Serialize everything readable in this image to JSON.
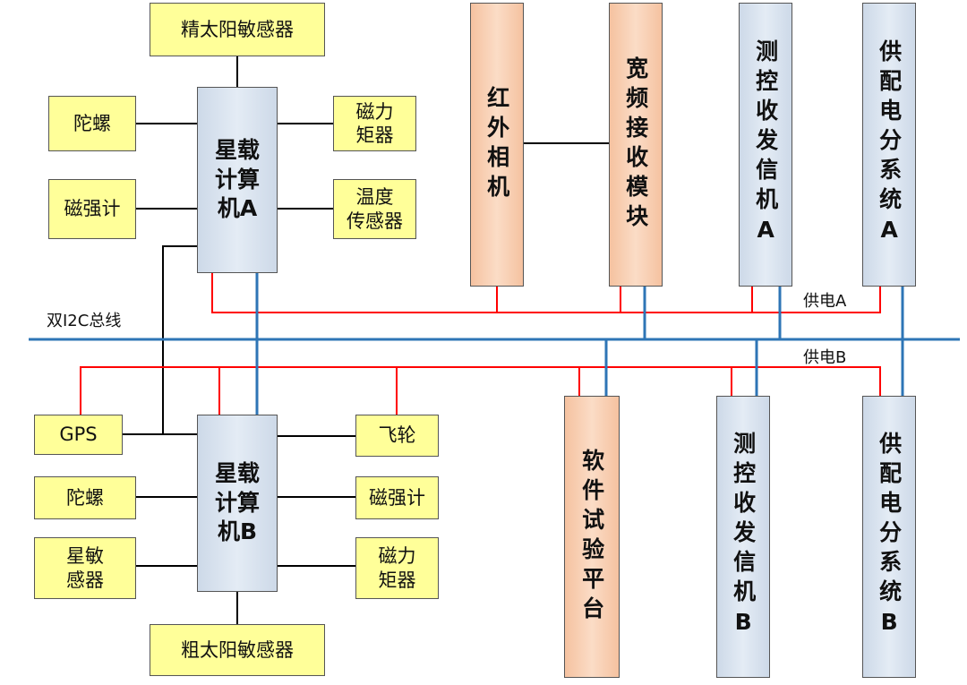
{
  "labels": {
    "fine_sun_sensor": "精太阳敏感器",
    "gyro_a": "陀螺",
    "magnetometer_a": "磁强计",
    "torquer_a_l1": "磁力",
    "torquer_a_l2": "矩器",
    "temp_sensor_l1": "温度",
    "temp_sensor_l2": "传感器",
    "obc_a_l1": "星载",
    "obc_a_l2": "计算",
    "obc_a_l3": "机A",
    "ir_camera": "红外相机",
    "wideband_rx": "宽频接收模块",
    "ttc_a": "测控收发信机A",
    "pdu_a": "供配电分系统A",
    "bus_label": "双I2C总线",
    "power_a": "供电A",
    "power_b": "供电B",
    "gps": "GPS",
    "gyro_b": "陀螺",
    "star_sensor_l1": "星敏",
    "star_sensor_l2": "感器",
    "obc_b_l1": "星载",
    "obc_b_l2": "计算",
    "obc_b_l3": "机B",
    "flywheel": "飞轮",
    "magnetometer_b": "磁强计",
    "torquer_b_l1": "磁力",
    "torquer_b_l2": "矩器",
    "coarse_sun_sensor": "粗太阳敏感器",
    "sw_test_platform": "软件试验平台",
    "ttc_b": "测控收发信机B",
    "pdu_b": "供配电分系统B"
  },
  "colors": {
    "power_line": "#ff0000",
    "bus_line": "#2e75b6",
    "signal_line": "#000000",
    "sensor_fill": "#ffff99",
    "computer_fill": "#dce6f1",
    "payload_fill": "#f8cbad"
  }
}
